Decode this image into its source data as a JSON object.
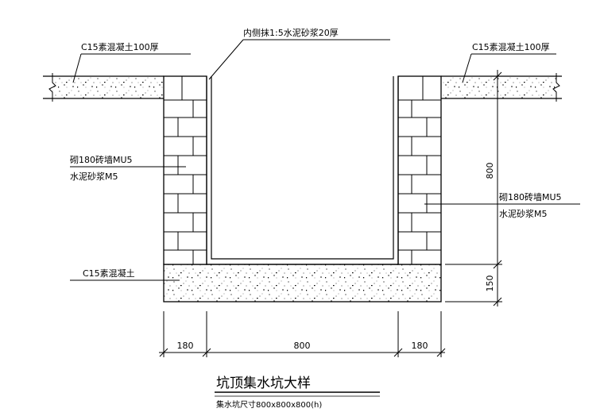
{
  "labels": {
    "c15_top_left": "C15素混凝土100厚",
    "c15_top_right": "C15素混凝土100厚",
    "inner_plaster": "内侧抹1:5水泥砂浆20厚",
    "brick_left_1": "砌180砖墙MU5",
    "brick_left_2": "水泥砂浆M5",
    "brick_right_1": "砌180砖墙MU5",
    "brick_right_2": "水泥砂浆M5",
    "c15_bottom": "C15素混凝土"
  },
  "dimensions": {
    "bottom_left": "180",
    "bottom_mid": "800",
    "bottom_right": "180",
    "right_height": "800",
    "right_base": "150"
  },
  "title": {
    "main": "坑顶集水坑大样",
    "sub": "集水坑尺寸800x800x800(h)"
  }
}
